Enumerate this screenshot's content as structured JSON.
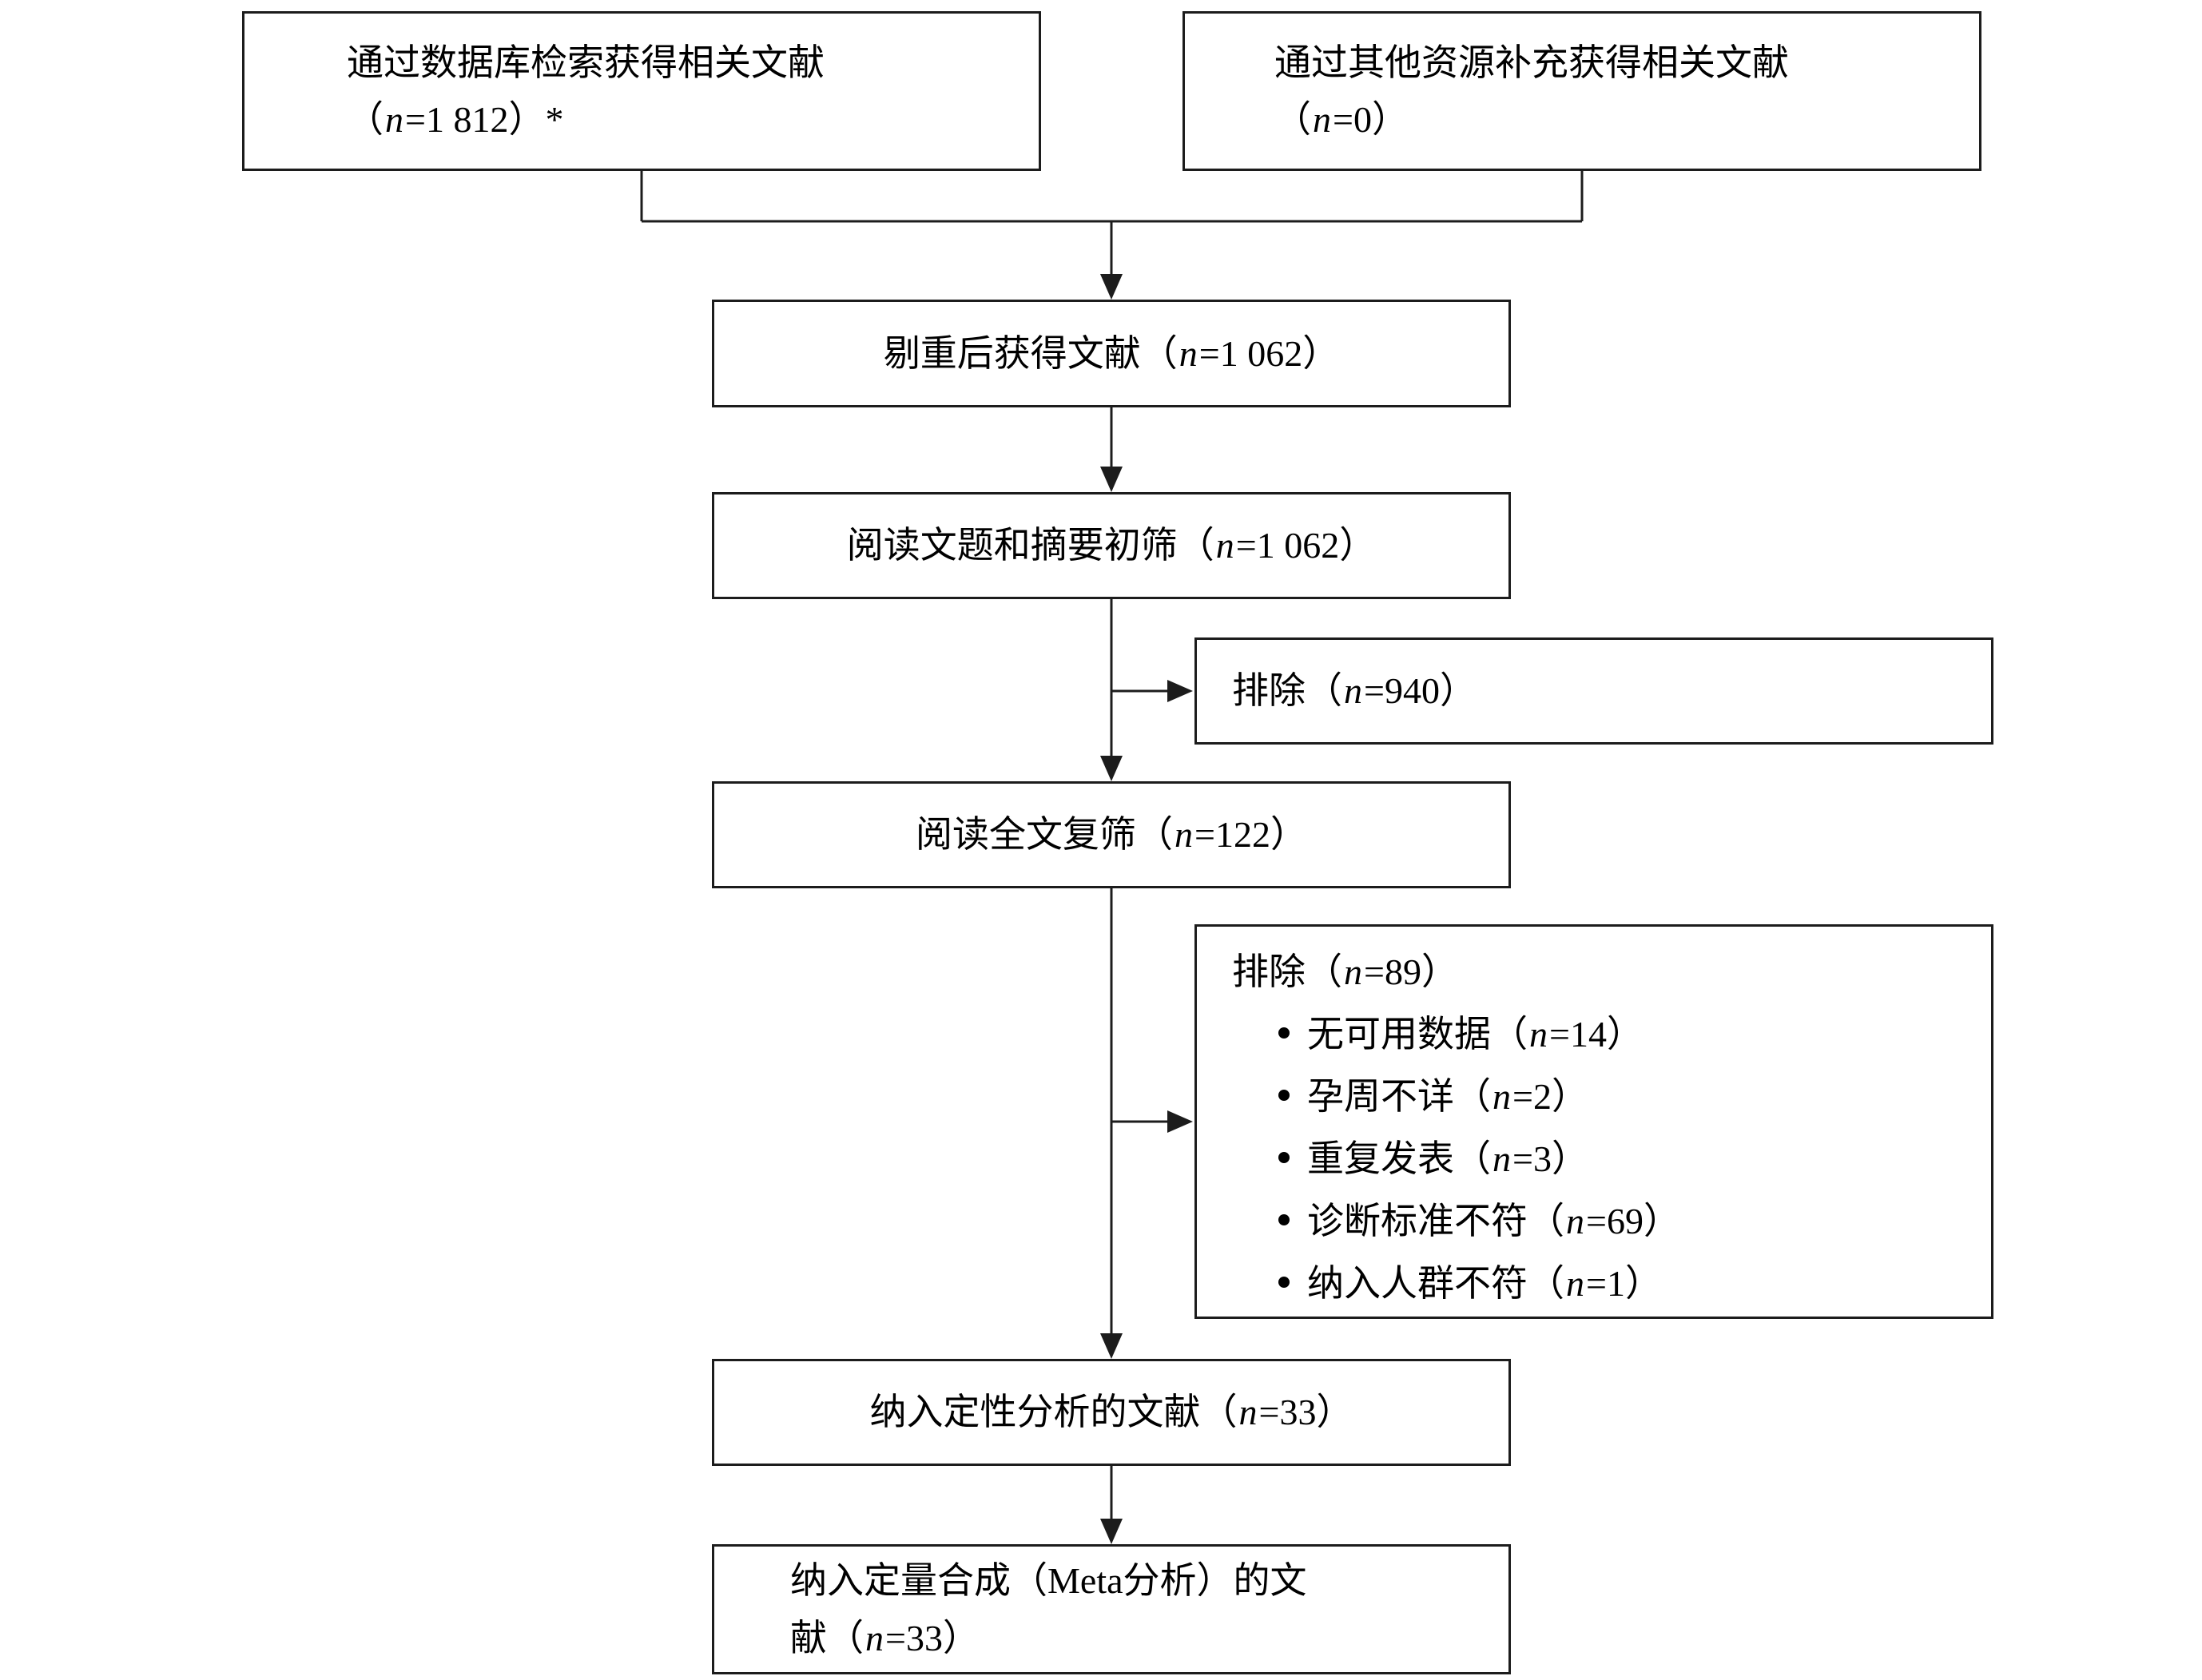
{
  "n_symbol": "n",
  "colors": {
    "line": "#1c1c1c",
    "background": "#ffffff",
    "text": "#000000"
  },
  "boxes": {
    "db_search": {
      "line1": "通过数据库检索获得相关文献",
      "line2_pre": "（",
      "line2_post": "=1 812）*"
    },
    "other_sources": {
      "line1": "通过其他资源补充获得相关文献",
      "line2_pre": "（",
      "line2_post": "=0）"
    },
    "dedup": {
      "pre": "剔重后获得文献（",
      "post": "=1 062）"
    },
    "title_abstract_screen": {
      "pre": "阅读文题和摘要初筛（",
      "post": "=1 062）"
    },
    "excluded_initial": {
      "pre": "排除（",
      "post": "=940）"
    },
    "fulltext_screen": {
      "pre": "阅读全文复筛（",
      "post": "=122）"
    },
    "excluded_fulltext": {
      "title_pre": "排除（",
      "title_post": "=89）",
      "reasons": [
        {
          "pre": "无可用数据（",
          "post": "=14）"
        },
        {
          "pre": "孕周不详（",
          "post": "=2）"
        },
        {
          "pre": "重复发表（",
          "post": "=3）"
        },
        {
          "pre": "诊断标准不符（",
          "post": "=69）"
        },
        {
          "pre": "纳入人群不符（",
          "post": "=1）"
        }
      ]
    },
    "qualitative": {
      "pre": "纳入定性分析的文献（",
      "post": "=33）"
    },
    "quantitative": {
      "line1": "纳入定量合成（Meta分析）的文",
      "line2_pre": "献（",
      "line2_post": "=33）"
    }
  }
}
